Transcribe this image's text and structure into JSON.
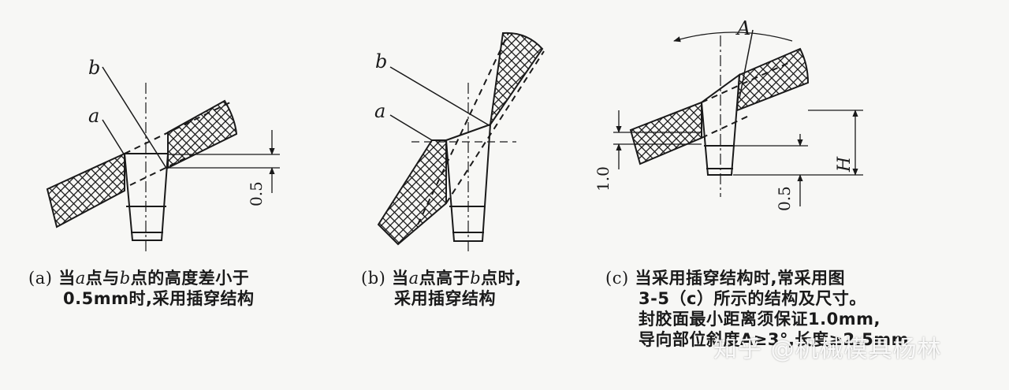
{
  "labels": {
    "a": "a",
    "b": "b",
    "A": "A",
    "H": "H",
    "dim_05": "0.5",
    "dim_10": "1.0"
  },
  "captions": {
    "a": {
      "tag": "(a)",
      "line1_pre": "当",
      "line1_v1": "a",
      "line1_mid": "点与",
      "line1_v2": "b",
      "line1_post": "点的高度差小于",
      "line2": "0.5mm时,采用插穿结构"
    },
    "b": {
      "tag": "(b)",
      "line1_pre": "当",
      "line1_v1": "a",
      "line1_mid": "点高于",
      "line1_v2": "b",
      "line1_post": "点时,",
      "line2": "采用插穿结构"
    },
    "c": {
      "tag": "(c)",
      "line1": "当采用插穿结构时,常采用图",
      "line2": "3-5（c）所示的结构及尺寸。",
      "line3": "封胶面最小距离须保证1.0mm,",
      "line4": "导向部位斜度A≥3°,长度≥2.5mm"
    }
  },
  "watermark": "知乎 @机械模具杨林",
  "colors": {
    "line": "#1a1a1a",
    "background": "#f7f7f5"
  }
}
